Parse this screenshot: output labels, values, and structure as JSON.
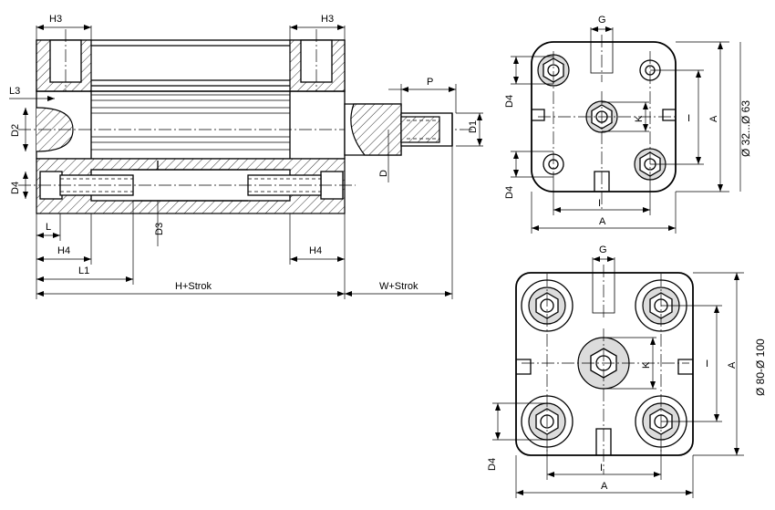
{
  "side_view": {
    "labels": {
      "h3_left": "H3",
      "h3_right": "H3",
      "l3": "L3",
      "d2": "D2",
      "d4": "D4",
      "l": "L",
      "h4_left": "H4",
      "h4_right": "H4",
      "l1": "L1",
      "d3": "D3",
      "d": "D",
      "p": "P",
      "d1": "D1",
      "h_stroke": "H+Strok",
      "w_stroke": "W+Strok"
    }
  },
  "front_view_small": {
    "labels": {
      "g": "G",
      "d4_top": "D4",
      "d4_bottom": "D4",
      "k": "K",
      "i_vertical": "I",
      "a_vertical": "A",
      "i_horizontal": "I",
      "a_horizontal": "A",
      "size_range": "Ø 32...Ø 63"
    }
  },
  "front_view_large": {
    "labels": {
      "g": "G",
      "k": "K",
      "i_vertical": "I",
      "a_vertical": "A",
      "d4": "D4",
      "i_horizontal": "I",
      "a_horizontal": "A",
      "size_range": "Ø 80-Ø 100"
    }
  }
}
